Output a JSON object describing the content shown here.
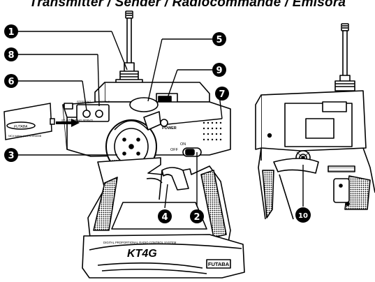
{
  "heading": "Transmitter / Sender / Radiocommande / Emisora",
  "callouts": [
    "1",
    "2",
    "3",
    "4",
    "5",
    "6",
    "7",
    "8",
    "9",
    "10"
  ],
  "labels": {
    "power": "POWER",
    "off": "OFF",
    "on": "ON",
    "steering": "STEERING",
    "throttle": "THROTTLE",
    "st_steering_servo": "ST=STEERING SERVO",
    "brand": "FUTABA",
    "model": "KT4G",
    "system_line1": "DIGITAL PROPORTIONAL RADIO CONTROL SYSTEM",
    "pack_brand": "FUTABA",
    "pack_text": "NiCd battery pack NT8S600B"
  }
}
